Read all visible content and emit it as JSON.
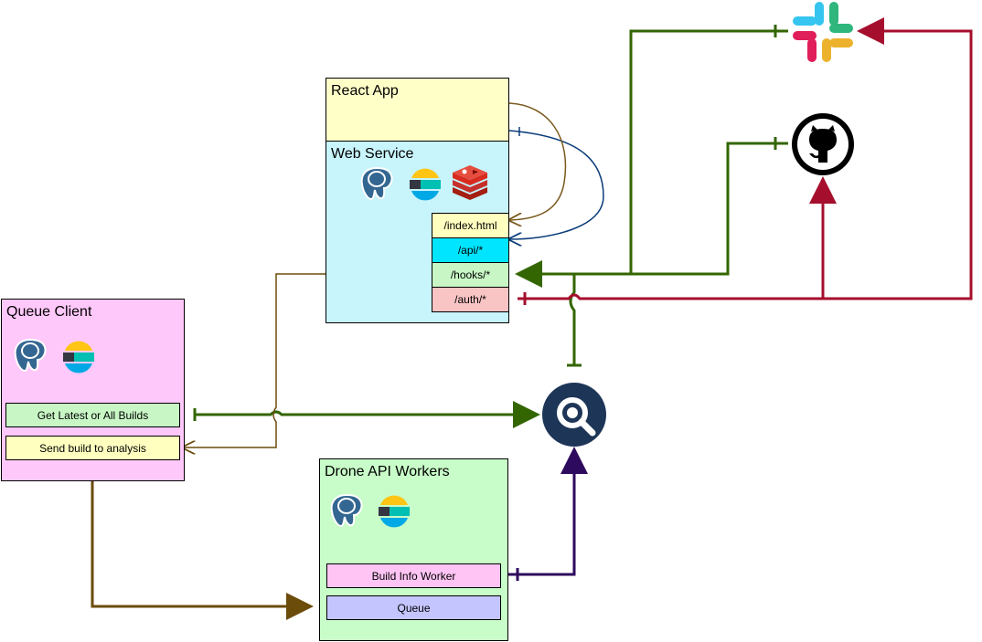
{
  "react_app": {
    "title": "React App"
  },
  "web_service": {
    "title": "Web Service",
    "icons": [
      "postgresql-icon",
      "elasticsearch-icon",
      "redis-icon"
    ],
    "endpoints": [
      {
        "label": "/index.html",
        "color": "#ffffc0"
      },
      {
        "label": "/api/*",
        "color": "#00e5ff"
      },
      {
        "label": "/hooks/*",
        "color": "#c8f7c5"
      },
      {
        "label": "/auth/*",
        "color": "#f9c4c4"
      }
    ]
  },
  "queue_client": {
    "title": "Queue Client",
    "icons": [
      "postgresql-icon",
      "elasticsearch-icon"
    ],
    "items": [
      {
        "label": "Get Latest or All Builds",
        "color": "#c8f7c5"
      },
      {
        "label": "Send build to analysis",
        "color": "#ffffc0"
      }
    ]
  },
  "drone_workers": {
    "title": "Drone API Workers",
    "icons": [
      "postgresql-icon",
      "elasticsearch-icon"
    ],
    "items": [
      {
        "label": "Build Info Worker",
        "color": "#ffc4f4"
      },
      {
        "label": "Queue",
        "color": "#c4c4ff"
      }
    ]
  },
  "external": [
    "slack-icon",
    "github-icon",
    "drone-icon"
  ],
  "colors": {
    "green": "#336600",
    "red": "#a50f2d",
    "brown": "#6b4c0a",
    "purple": "#2e0a5e",
    "blue": "#0b3d7a",
    "olive": "#7a5a1e"
  }
}
